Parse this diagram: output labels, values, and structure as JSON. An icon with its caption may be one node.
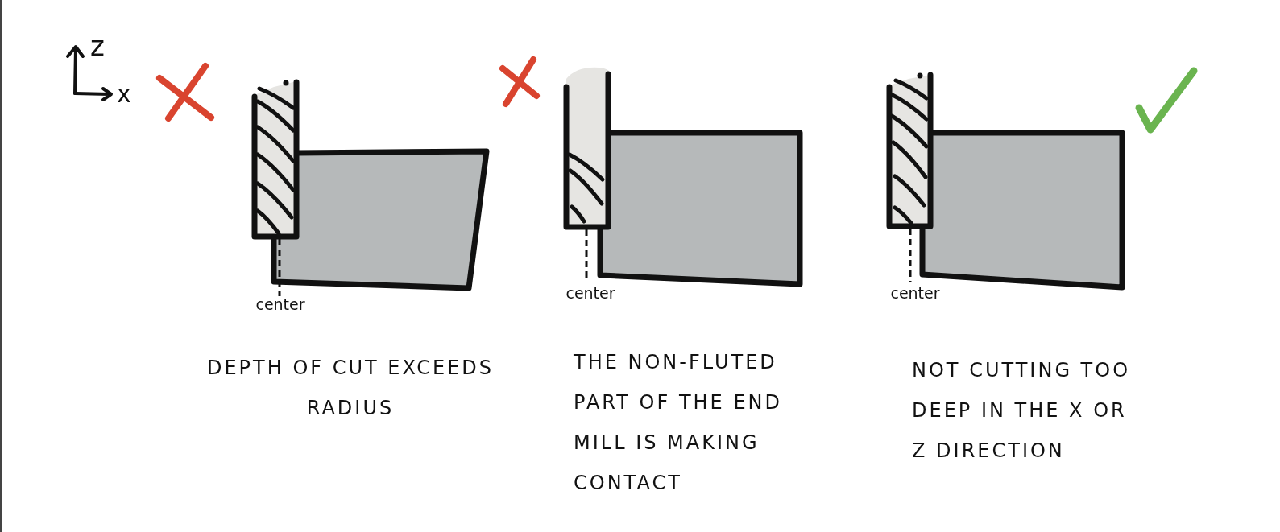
{
  "diagram": {
    "labels": [
      "z",
      "x",
      "center",
      "center",
      "center",
      "DEPTH OF CUT EXCEEDS RADIUS",
      "THE NON-FLUTED PART OF THE END MILL IS MAKING CONTACT",
      "NOT CUTTING TOO DEEP IN THE X OR Z DIRECTION"
    ]
  }
}
